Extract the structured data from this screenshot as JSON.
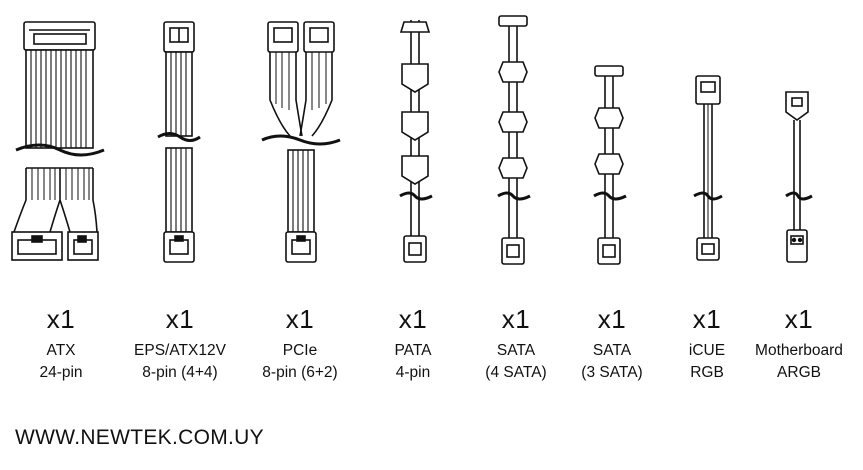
{
  "colors": {
    "line": "#111111",
    "background": "#ffffff"
  },
  "cables": [
    {
      "id": "atx",
      "quantity": "x1",
      "name": "ATX",
      "detail": "24-pin",
      "icon": "atx-24pin-cable-icon"
    },
    {
      "id": "eps",
      "quantity": "x1",
      "name": "EPS/ATX12V",
      "detail": "8-pin (4+4)",
      "icon": "eps-8pin-cable-icon"
    },
    {
      "id": "pcie",
      "quantity": "x1",
      "name": "PCIe",
      "detail": "8-pin (6+2)",
      "icon": "pcie-dual-cable-icon"
    },
    {
      "id": "pata",
      "quantity": "x1",
      "name": "PATA",
      "detail": "4-pin",
      "icon": "pata-daisy-chain-cable-icon"
    },
    {
      "id": "sata4",
      "quantity": "x1",
      "name": "SATA",
      "detail": "(4 SATA)",
      "icon": "sata-4-connector-cable-icon"
    },
    {
      "id": "sata3",
      "quantity": "x1",
      "name": "SATA",
      "detail": "(3 SATA)",
      "icon": "sata-3-connector-cable-icon"
    },
    {
      "id": "icue",
      "quantity": "x1",
      "name": "iCUE",
      "detail": "RGB",
      "icon": "icue-rgb-cable-icon"
    },
    {
      "id": "argb",
      "quantity": "x1",
      "name": "Motherboard",
      "detail": "ARGB",
      "icon": "motherboard-argb-cable-icon"
    }
  ],
  "footer": {
    "website": "WWW.NEWTEK.COM.UY"
  }
}
